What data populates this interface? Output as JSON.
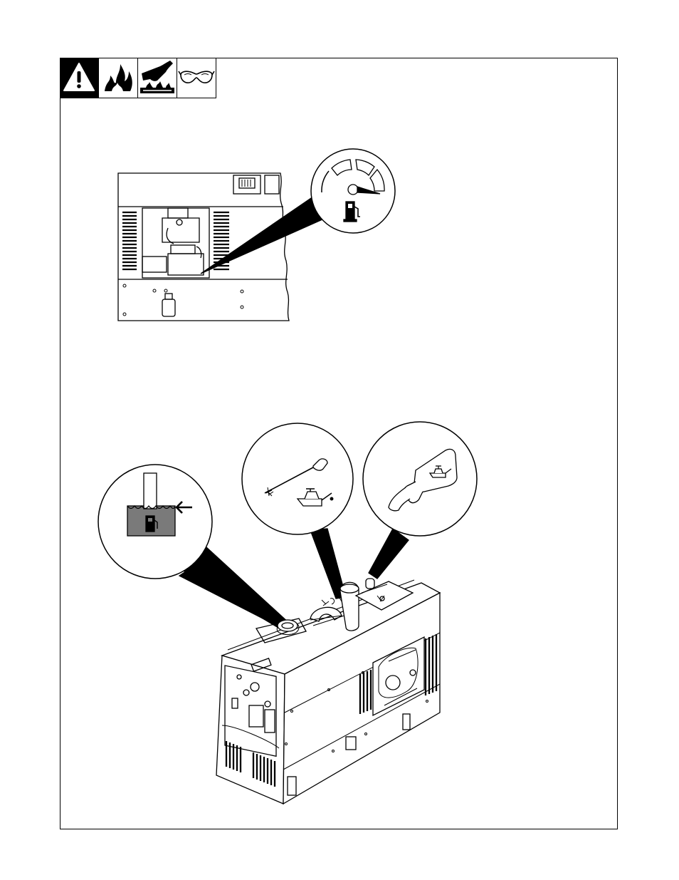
{
  "safety_icons": [
    {
      "name": "general-warning-icon"
    },
    {
      "name": "fire-hazard-icon"
    },
    {
      "name": "hot-surface-hand-icon"
    },
    {
      "name": "safety-glasses-icon"
    }
  ],
  "figures": [
    {
      "name": "fuel-gauge-figure",
      "detail": "fuel-gauge-callout"
    },
    {
      "name": "engine-welder-figure",
      "details": [
        "fuel-level-callout",
        "oil-dipstick-callout",
        "oil-fill-callout"
      ]
    }
  ],
  "colors": {
    "line": "#000000",
    "fuel_fill": "#7a7a7a",
    "paper": "#ffffff"
  }
}
